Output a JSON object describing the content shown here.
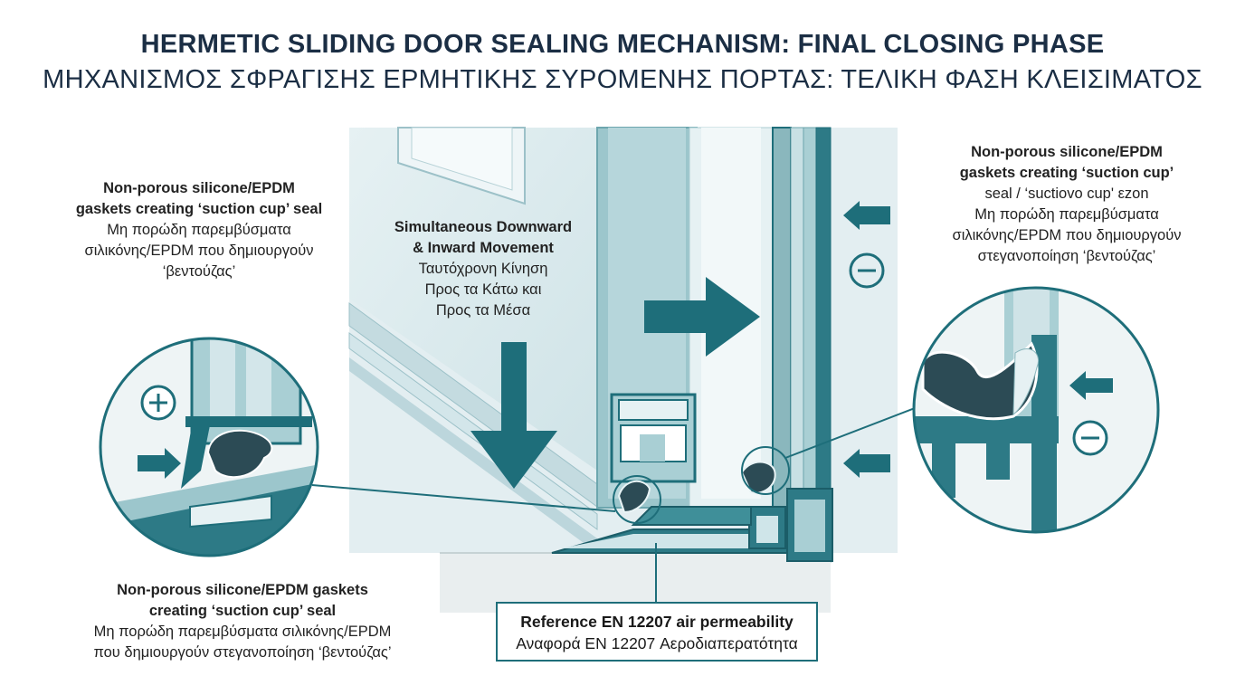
{
  "title": {
    "en": "HERMETIC SLIDING DOOR SEALING MECHANISM: FINAL CLOSING PHASE",
    "el": "ΜΗΧΑΝΙΣΜΟΣ ΣΦΡΑΓΙΣΗΣ ΕΡΜΗΤΙΚΗΣ ΣΥΡΟΜΕΝΗΣ ΠΟΡΤΑΣ: ΤΕΛΙΚΗ ΦΑΣΗ ΚΛΕΙΣΙΜΑΤΟΣ"
  },
  "labels": {
    "left_top": {
      "en_line1": "Non-porous silicone/EPDM",
      "en_line2": "gaskets creating ‘suction cup’ seal",
      "el_line1": "Μη πορώδη παρεμβύσματα",
      "el_line2": "σιλικόνης/EPDM που δημιουργούν",
      "el_line3": "‘βεντούζας’"
    },
    "center": {
      "en_line1": "Simultaneous Downward",
      "en_line2": "& Inward Movement",
      "el_line1": "Ταυτόχρονη Κίνηση",
      "el_line2": "Προς τα Κάτω και",
      "el_line3": "Προς τα Μέσα"
    },
    "right_top": {
      "en_line1": "Non-porous silicone/EPDM",
      "en_line2": "gaskets creating ‘suction cup’",
      "en_line3": "seal / ‘suctiovo cup' εzon",
      "el_line1": "Μη πορώδη παρεμβύσματα",
      "el_line2": "σιλικόνης/EPDM που δημιουργούν",
      "el_line3": "στεγανοποίηση ‘βεντούζας’"
    },
    "bottom_left": {
      "en_line1": "Non-porous silicone/EPDM gaskets",
      "en_line2": "creating ‘suction cup’ seal",
      "el_line1": "Μη πορώδη παρεμβύσματα σιλικόνης/EPDM",
      "el_line2": "που δημιουργούν στεγανοποίηση ‘βεντούζας’"
    },
    "reference": {
      "en": "Reference EN 12207 air permeability",
      "el": "Αναφορά EN 12207 Αεροδιαπερατότητα"
    }
  },
  "symbols": {
    "plus": "+",
    "minus": "−"
  },
  "colors": {
    "teal_dark": "#1e6e7a",
    "teal_mid": "#3f8f99",
    "teal_light": "#a9cfd4",
    "glass": "#dcecef",
    "gasket": "#2c4b55",
    "title": "#1b2e44"
  }
}
